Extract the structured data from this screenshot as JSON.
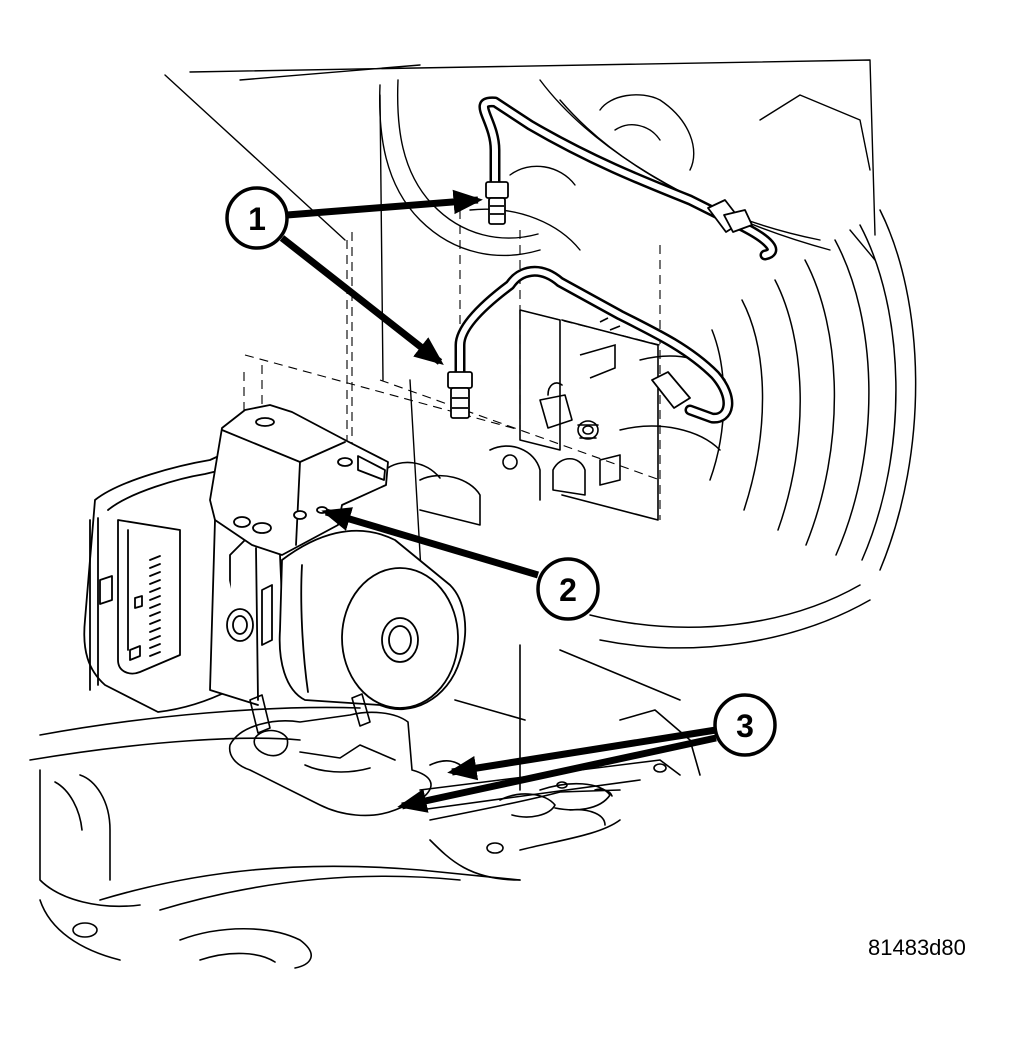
{
  "figure_id": "81483d80",
  "callouts": [
    "1",
    "2",
    "3"
  ],
  "colors": {
    "line": "#000000",
    "background": "#ffffff"
  }
}
